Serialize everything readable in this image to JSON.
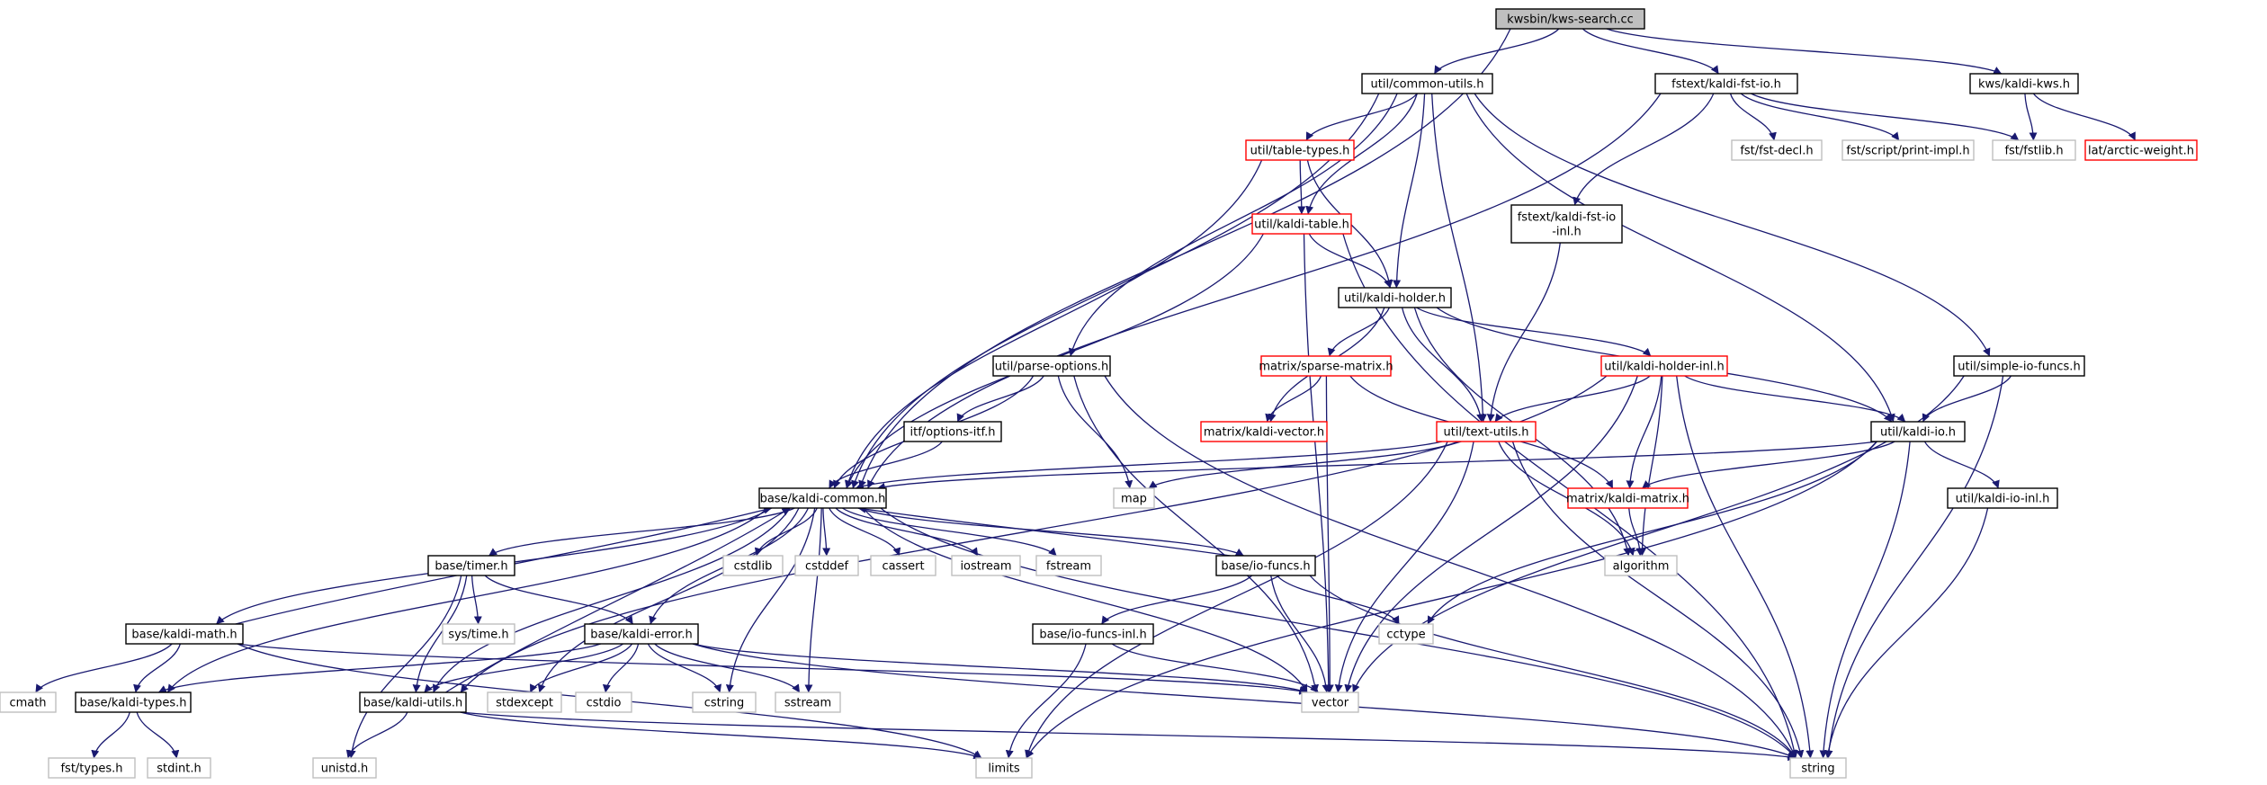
{
  "colors": {
    "root_fill": "#bfbfbf",
    "documented": "#000000",
    "undocumented": "#ff0000",
    "external": "#bfbfbf",
    "edge": "#191970"
  },
  "nodes": {
    "kws_search": {
      "label": "kwsbin/kws-search.cc",
      "kind": "root"
    },
    "common_utils": {
      "label": "util/common-utils.h",
      "kind": "documented"
    },
    "kaldi_fst_io": {
      "label": "fstext/kaldi-fst-io.h",
      "kind": "documented"
    },
    "kaldi_kws": {
      "label": "kws/kaldi-kws.h",
      "kind": "documented"
    },
    "table_types": {
      "label": "util/table-types.h",
      "kind": "undocumented"
    },
    "fst_decl": {
      "label": "fst/fst-decl.h",
      "kind": "external"
    },
    "print_impl": {
      "label": "fst/script/print-impl.h",
      "kind": "external"
    },
    "fstlib": {
      "label": "fst/fstlib.h",
      "kind": "external"
    },
    "arctic_weight": {
      "label": "lat/arctic-weight.h",
      "kind": "undocumented"
    },
    "kaldi_table": {
      "label": "util/kaldi-table.h",
      "kind": "undocumented"
    },
    "kaldi_fst_io_inl": {
      "label_lines": [
        "fstext/kaldi-fst-io",
        "-inl.h"
      ],
      "kind": "documented"
    },
    "kaldi_holder": {
      "label": "util/kaldi-holder.h",
      "kind": "documented"
    },
    "sparse_matrix": {
      "label": "matrix/sparse-matrix.h",
      "kind": "undocumented"
    },
    "kaldi_holder_inl": {
      "label": "util/kaldi-holder-inl.h",
      "kind": "undocumented"
    },
    "simple_io_funcs": {
      "label": "util/simple-io-funcs.h",
      "kind": "documented"
    },
    "parse_options": {
      "label": "util/parse-options.h",
      "kind": "documented"
    },
    "kaldi_vector": {
      "label": "matrix/kaldi-vector.h",
      "kind": "undocumented"
    },
    "options_itf": {
      "label": "itf/options-itf.h",
      "kind": "documented"
    },
    "text_utils": {
      "label": "util/text-utils.h",
      "kind": "undocumented"
    },
    "kaldi_io": {
      "label": "util/kaldi-io.h",
      "kind": "documented"
    },
    "map": {
      "label": "map",
      "kind": "external"
    },
    "kaldi_common": {
      "label": "base/kaldi-common.h",
      "kind": "documented"
    },
    "kaldi_matrix": {
      "label": "matrix/kaldi-matrix.h",
      "kind": "undocumented"
    },
    "kaldi_io_inl": {
      "label": "util/kaldi-io-inl.h",
      "kind": "documented"
    },
    "timer": {
      "label": "base/timer.h",
      "kind": "documented"
    },
    "cstdlib": {
      "label": "cstdlib",
      "kind": "external"
    },
    "cstddef": {
      "label": "cstddef",
      "kind": "external"
    },
    "cassert": {
      "label": "cassert",
      "kind": "external"
    },
    "iostream": {
      "label": "iostream",
      "kind": "external"
    },
    "fstream": {
      "label": "fstream",
      "kind": "external"
    },
    "io_funcs": {
      "label": "base/io-funcs.h",
      "kind": "documented"
    },
    "algorithm": {
      "label": "algorithm",
      "kind": "external"
    },
    "sys_time": {
      "label": "sys/time.h",
      "kind": "external"
    },
    "cctype": {
      "label": "cctype",
      "kind": "external"
    },
    "kaldi_math": {
      "label": "base/kaldi-math.h",
      "kind": "documented"
    },
    "kaldi_error": {
      "label": "base/kaldi-error.h",
      "kind": "documented"
    },
    "io_funcs_inl": {
      "label": "base/io-funcs-inl.h",
      "kind": "documented"
    },
    "cmath": {
      "label": "cmath",
      "kind": "external"
    },
    "kaldi_types": {
      "label": "base/kaldi-types.h",
      "kind": "documented"
    },
    "kaldi_utils": {
      "label": "base/kaldi-utils.h",
      "kind": "documented"
    },
    "stdexcept": {
      "label": "stdexcept",
      "kind": "external"
    },
    "cstdio": {
      "label": "cstdio",
      "kind": "external"
    },
    "cstring": {
      "label": "cstring",
      "kind": "external"
    },
    "sstream": {
      "label": "sstream",
      "kind": "external"
    },
    "vector": {
      "label": "vector",
      "kind": "external"
    },
    "fst_types": {
      "label": "fst/types.h",
      "kind": "external"
    },
    "stdint": {
      "label": "stdint.h",
      "kind": "external"
    },
    "unistd": {
      "label": "unistd.h",
      "kind": "external"
    },
    "limits": {
      "label": "limits",
      "kind": "external"
    },
    "string": {
      "label": "string",
      "kind": "external"
    }
  },
  "edges": [
    [
      "kws_search",
      "common_utils"
    ],
    [
      "kws_search",
      "kaldi_fst_io"
    ],
    [
      "kws_search",
      "kaldi_kws"
    ],
    [
      "kws_search",
      "kaldi_common"
    ],
    [
      "common_utils",
      "table_types"
    ],
    [
      "common_utils",
      "kaldi_table"
    ],
    [
      "common_utils",
      "kaldi_holder"
    ],
    [
      "common_utils",
      "text_utils"
    ],
    [
      "common_utils",
      "kaldi_io"
    ],
    [
      "common_utils",
      "parse_options"
    ],
    [
      "common_utils",
      "simple_io_funcs"
    ],
    [
      "common_utils",
      "kaldi_common"
    ],
    [
      "kaldi_fst_io",
      "fst_decl"
    ],
    [
      "kaldi_fst_io",
      "print_impl"
    ],
    [
      "kaldi_fst_io",
      "fstlib"
    ],
    [
      "kaldi_fst_io",
      "kaldi_fst_io_inl"
    ],
    [
      "kaldi_fst_io",
      "kaldi_common"
    ],
    [
      "kaldi_kws",
      "fstlib"
    ],
    [
      "kaldi_kws",
      "arctic_weight"
    ],
    [
      "table_types",
      "kaldi_table"
    ],
    [
      "table_types",
      "kaldi_holder"
    ],
    [
      "table_types",
      "kaldi_common"
    ],
    [
      "kaldi_table",
      "kaldi_holder"
    ],
    [
      "kaldi_table",
      "kaldi_common"
    ],
    [
      "kaldi_table",
      "vector"
    ],
    [
      "kaldi_table",
      "string"
    ],
    [
      "kaldi_fst_io_inl",
      "text_utils"
    ],
    [
      "kaldi_holder",
      "sparse_matrix"
    ],
    [
      "kaldi_holder",
      "kaldi_holder_inl"
    ],
    [
      "kaldi_holder",
      "text_utils"
    ],
    [
      "kaldi_holder",
      "kaldi_io"
    ],
    [
      "kaldi_holder",
      "kaldi_vector"
    ],
    [
      "kaldi_holder",
      "algorithm"
    ],
    [
      "sparse_matrix",
      "kaldi_vector"
    ],
    [
      "sparse_matrix",
      "kaldi_matrix"
    ],
    [
      "sparse_matrix",
      "vector"
    ],
    [
      "kaldi_holder_inl",
      "text_utils"
    ],
    [
      "kaldi_holder_inl",
      "kaldi_io"
    ],
    [
      "kaldi_holder_inl",
      "kaldi_matrix"
    ],
    [
      "kaldi_holder_inl",
      "algorithm"
    ],
    [
      "kaldi_holder_inl",
      "vector"
    ],
    [
      "kaldi_holder_inl",
      "string"
    ],
    [
      "kaldi_holder_inl",
      "kaldi_utils"
    ],
    [
      "simple_io_funcs",
      "kaldi_io"
    ],
    [
      "simple_io_funcs",
      "vector"
    ],
    [
      "simple_io_funcs",
      "string"
    ],
    [
      "parse_options",
      "options_itf"
    ],
    [
      "parse_options",
      "kaldi_common"
    ],
    [
      "parse_options",
      "map"
    ],
    [
      "parse_options",
      "vector"
    ],
    [
      "parse_options",
      "string"
    ],
    [
      "options_itf",
      "kaldi_common"
    ],
    [
      "text_utils",
      "kaldi_common"
    ],
    [
      "text_utils",
      "map"
    ],
    [
      "text_utils",
      "algorithm"
    ],
    [
      "text_utils",
      "vector"
    ],
    [
      "text_utils",
      "limits"
    ],
    [
      "text_utils",
      "string"
    ],
    [
      "kaldi_io",
      "kaldi_common"
    ],
    [
      "kaldi_io",
      "kaldi_matrix"
    ],
    [
      "kaldi_io",
      "kaldi_io_inl"
    ],
    [
      "kaldi_io",
      "cctype"
    ],
    [
      "kaldi_io",
      "limits"
    ],
    [
      "kaldi_io",
      "string"
    ],
    [
      "kaldi_matrix",
      "algorithm"
    ],
    [
      "kaldi_io_inl",
      "string"
    ],
    [
      "kaldi_common",
      "timer"
    ],
    [
      "kaldi_common",
      "cstdlib"
    ],
    [
      "kaldi_common",
      "cstddef"
    ],
    [
      "kaldi_common",
      "cassert"
    ],
    [
      "kaldi_common",
      "iostream"
    ],
    [
      "kaldi_common",
      "fstream"
    ],
    [
      "kaldi_common",
      "io_funcs"
    ],
    [
      "kaldi_common",
      "kaldi_math"
    ],
    [
      "kaldi_common",
      "kaldi_error"
    ],
    [
      "kaldi_common",
      "kaldi_types"
    ],
    [
      "kaldi_common",
      "kaldi_utils"
    ],
    [
      "kaldi_common",
      "stdexcept"
    ],
    [
      "kaldi_common",
      "cstring"
    ],
    [
      "kaldi_common",
      "sstream"
    ],
    [
      "kaldi_common",
      "vector"
    ],
    [
      "kaldi_common",
      "string"
    ],
    [
      "timer",
      "sys_time"
    ],
    [
      "timer",
      "kaldi_error"
    ],
    [
      "timer",
      "kaldi_utils"
    ],
    [
      "timer",
      "unistd"
    ],
    [
      "io_funcs",
      "kaldi_common"
    ],
    [
      "io_funcs",
      "io_funcs_inl"
    ],
    [
      "io_funcs",
      "cctype"
    ],
    [
      "io_funcs",
      "vector"
    ],
    [
      "io_funcs",
      "string"
    ],
    [
      "io_funcs_inl",
      "vector"
    ],
    [
      "io_funcs_inl",
      "limits"
    ],
    [
      "kaldi_math",
      "kaldi_common"
    ],
    [
      "kaldi_math",
      "cmath"
    ],
    [
      "kaldi_math",
      "kaldi_types"
    ],
    [
      "kaldi_math",
      "limits"
    ],
    [
      "kaldi_math",
      "vector"
    ],
    [
      "kaldi_error",
      "kaldi_types"
    ],
    [
      "kaldi_error",
      "kaldi_utils"
    ],
    [
      "kaldi_error",
      "stdexcept"
    ],
    [
      "kaldi_error",
      "cstdio"
    ],
    [
      "kaldi_error",
      "cstring"
    ],
    [
      "kaldi_error",
      "sstream"
    ],
    [
      "kaldi_error",
      "vector"
    ],
    [
      "kaldi_error",
      "string"
    ],
    [
      "kaldi_types",
      "fst_types"
    ],
    [
      "kaldi_types",
      "stdint"
    ],
    [
      "kaldi_utils",
      "kaldi_common"
    ],
    [
      "kaldi_utils",
      "unistd"
    ],
    [
      "kaldi_utils",
      "limits"
    ],
    [
      "kaldi_utils",
      "string"
    ]
  ]
}
